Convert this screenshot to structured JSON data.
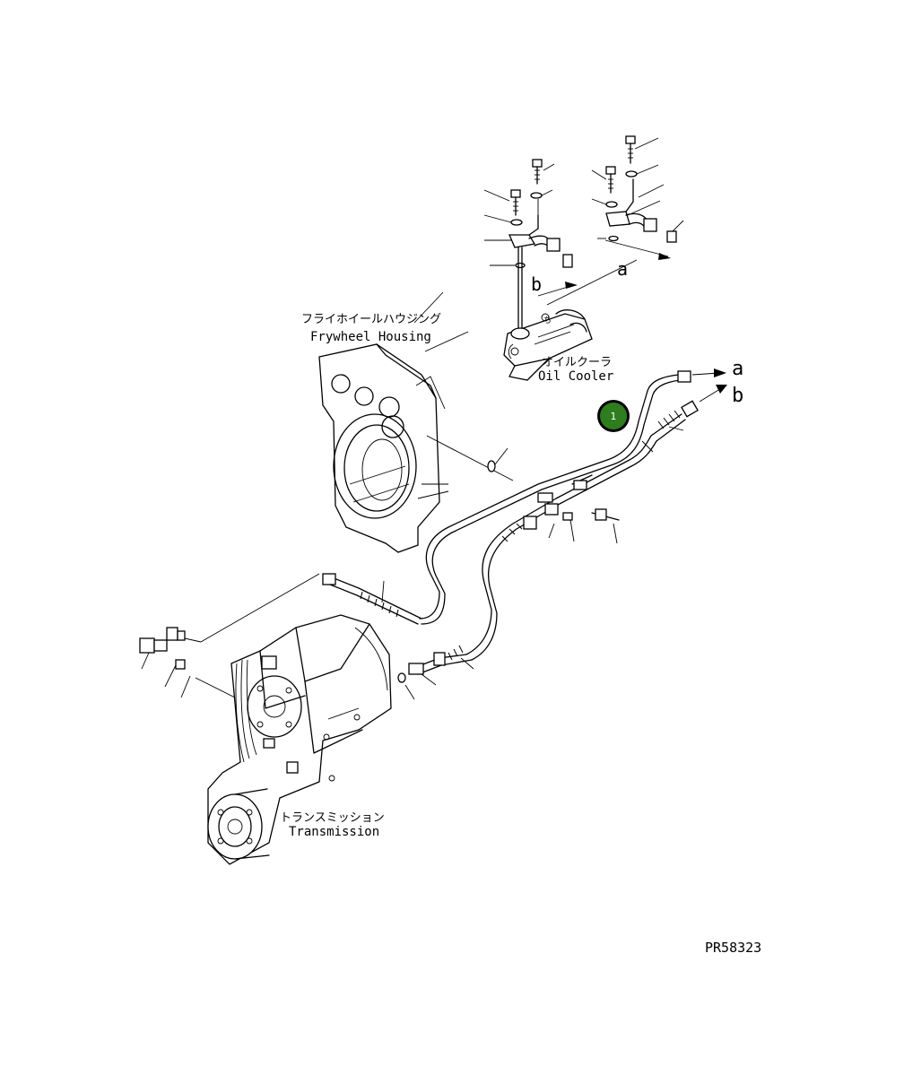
{
  "labels": {
    "flywheel_housing_jp": "フライホイールハウジング",
    "flywheel_housing_en": "Frywheel Housing",
    "oil_cooler_jp": "オイルクーラ",
    "oil_cooler_en": "Oil Cooler",
    "transmission_jp": "トランスミッション",
    "transmission_en": "Transmission",
    "ref_a_top": "a",
    "ref_b_top": "b",
    "ref_a_right": "a",
    "ref_b_right": "b",
    "part_code": "PR58323"
  },
  "callout": {
    "number": "1",
    "color": "#2e7d1f"
  }
}
